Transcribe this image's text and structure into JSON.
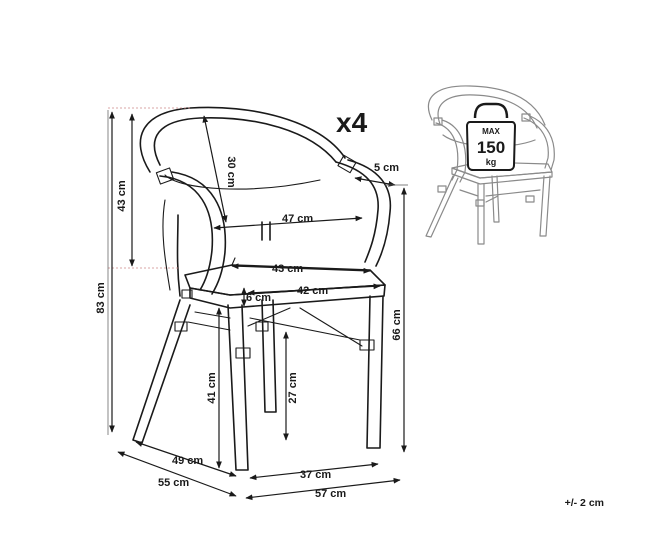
{
  "quantity": "x4",
  "tolerance": "+/- 2 cm",
  "badge": {
    "max": "MAX",
    "value": "150",
    "unit": "kg"
  },
  "dimensions": {
    "total_height": "83 cm",
    "backrest_height": "43 cm",
    "backrest_depth": "30 cm",
    "armrest_width": "5 cm",
    "inner_width": "47 cm",
    "seat_depth": "43 cm",
    "seat_width": "42 cm",
    "seat_thickness": "6 cm",
    "armrest_height": "66 cm",
    "seat_height": "41 cm",
    "under_seat_height": "27 cm",
    "depth_inner": "49 cm",
    "depth_total": "55 cm",
    "width_inner": "37 cm",
    "width_total": "57 cm"
  }
}
